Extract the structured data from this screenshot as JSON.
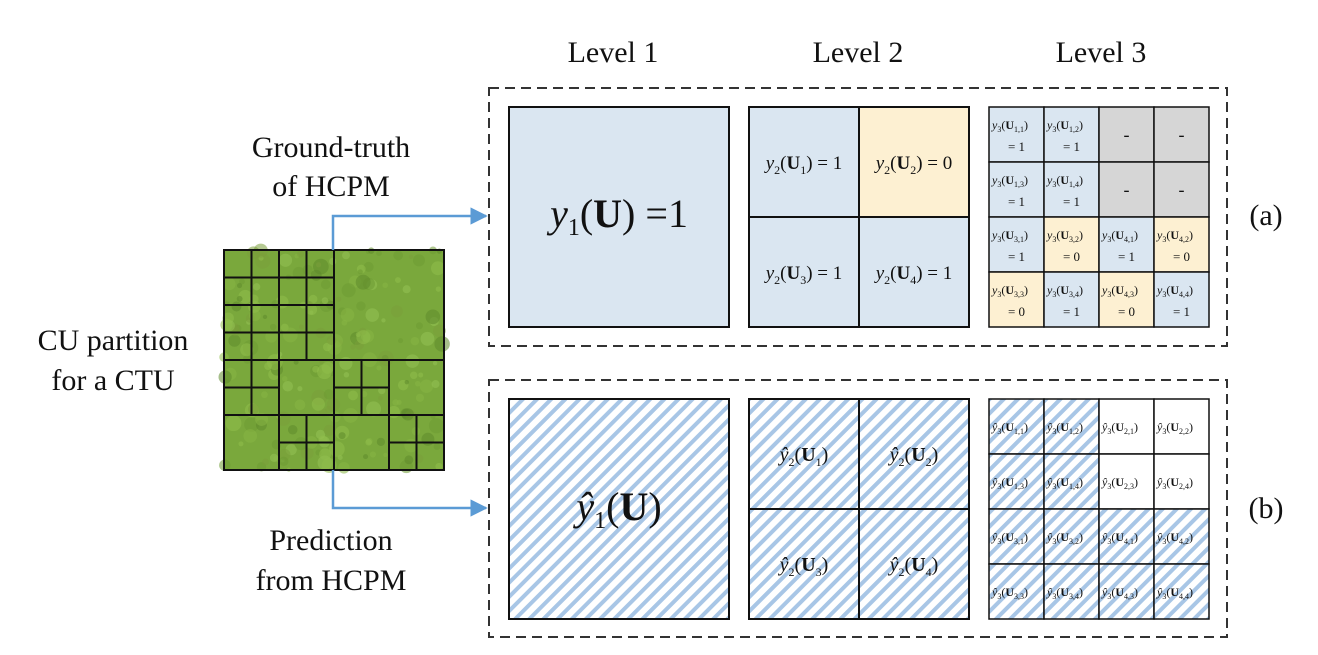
{
  "header": {
    "level_1": "Level 1",
    "level_2": "Level 2",
    "level_3": "Level 3"
  },
  "left": {
    "cu_partition_line1": "CU partition",
    "cu_partition_line2": "for a CTU",
    "ground_truth_line1": "Ground-truth",
    "ground_truth_line2": "of HCPM",
    "prediction_line1": "Prediction",
    "prediction_line2": "from HCPM"
  },
  "panel_labels": {
    "a": "(a)",
    "b": "(b)"
  },
  "colors": {
    "blue_fill": "#dae6f1",
    "yellow_fill": "#fdf0d2",
    "gray_fill": "#d6d6d6",
    "hatch": "#a8c6e6",
    "arrow": "#5b9bd5",
    "grass": "#7aa83c"
  },
  "ground_truth": {
    "level_1": {
      "label": "y",
      "subscript": "1",
      "value": "1",
      "state": "blue"
    },
    "level_2": [
      {
        "sub": "2",
        "arg": "U",
        "argsub": "1",
        "value": "1",
        "state": "blue"
      },
      {
        "sub": "2",
        "arg": "U",
        "argsub": "2",
        "value": "0",
        "state": "yellow"
      },
      {
        "sub": "2",
        "arg": "U",
        "argsub": "3",
        "value": "1",
        "state": "blue"
      },
      {
        "sub": "2",
        "arg": "U",
        "argsub": "4",
        "value": "1",
        "state": "blue"
      }
    ],
    "level_3": [
      [
        {
          "idx": "1,1",
          "value": "= 1",
          "state": "blue"
        },
        {
          "idx": "1,2",
          "value": "= 1",
          "state": "blue"
        },
        {
          "idx": "",
          "value": "-",
          "state": "gray"
        },
        {
          "idx": "",
          "value": "-",
          "state": "gray"
        }
      ],
      [
        {
          "idx": "1,3",
          "value": "= 1",
          "state": "blue"
        },
        {
          "idx": "1,4",
          "value": "= 1",
          "state": "blue"
        },
        {
          "idx": "",
          "value": "-",
          "state": "gray"
        },
        {
          "idx": "",
          "value": "-",
          "state": "gray"
        }
      ],
      [
        {
          "idx": "3,1",
          "value": "= 1",
          "state": "blue"
        },
        {
          "idx": "3,2",
          "value": "= 0",
          "state": "yellow"
        },
        {
          "idx": "4,1",
          "value": "= 1",
          "state": "blue"
        },
        {
          "idx": "4,2",
          "value": "= 0",
          "state": "yellow"
        }
      ],
      [
        {
          "idx": "3,3",
          "value": "= 0",
          "state": "yellow"
        },
        {
          "idx": "3,4",
          "value": "= 1",
          "state": "blue"
        },
        {
          "idx": "4,3",
          "value": "= 0",
          "state": "yellow"
        },
        {
          "idx": "4,4",
          "value": "= 1",
          "state": "blue"
        }
      ]
    ]
  },
  "prediction": {
    "level_1": {
      "label": "ŷ",
      "subscript": "1"
    },
    "level_2": [
      {
        "sub": "2",
        "argsub": "1"
      },
      {
        "sub": "2",
        "argsub": "2"
      },
      {
        "sub": "2",
        "argsub": "3"
      },
      {
        "sub": "2",
        "argsub": "4"
      }
    ],
    "level_3": [
      [
        "1,1",
        "1,2",
        "2,1",
        "2,2"
      ],
      [
        "1,3",
        "1,4",
        "2,3",
        "2,4"
      ],
      [
        "3,1",
        "3,2",
        "4,1",
        "4,2"
      ],
      [
        "3,3",
        "3,4",
        "4,3",
        "4,4"
      ]
    ]
  },
  "symbols": {
    "bold_u": "U",
    "y": "y",
    "y_hat": "ŷ",
    "equals": "="
  }
}
